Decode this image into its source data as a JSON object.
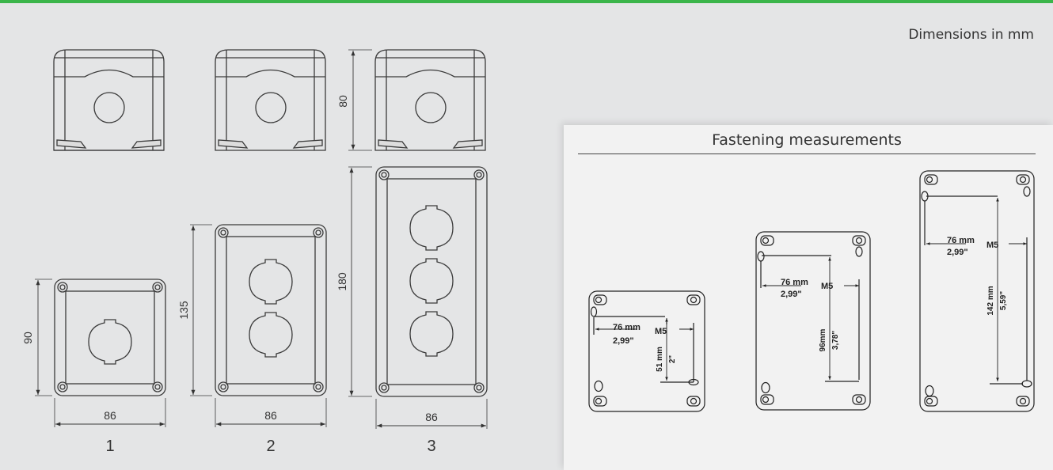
{
  "header": {
    "note": "Dimensions in mm"
  },
  "enclosures": [
    {
      "label": "1",
      "height": "90",
      "width": "86"
    },
    {
      "label": "2",
      "height": "135",
      "width": "86"
    },
    {
      "label": "3",
      "height": "180",
      "width": "86",
      "depth": "80"
    }
  ],
  "fastening": {
    "title": "Fastening measurements",
    "screw": "M5",
    "width_mm": "76 mm",
    "width_in": "2,99\"",
    "items": [
      {
        "label_mm": "51 mm",
        "label_in": "2\""
      },
      {
        "label_mm": "96mm",
        "label_in": "3,78\""
      },
      {
        "label_mm": "142 mm",
        "label_in": "5,59\""
      }
    ]
  },
  "colors": {
    "accent": "#3bb54a",
    "line": "#3a3a3a",
    "background": "#e4e5e6",
    "panel": "#f2f2f2"
  }
}
